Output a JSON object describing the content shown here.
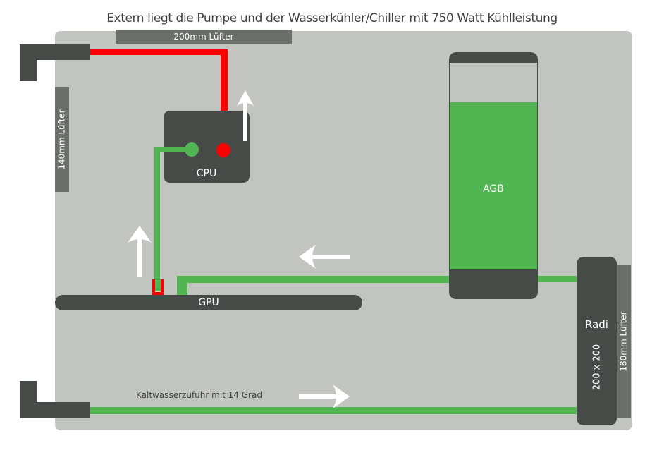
{
  "title": "Extern liegt die Pumpe und der Wasserkühler/Chiller mit 750 Watt Kühlleistung",
  "fans": {
    "top": "200mm Lüfter",
    "left": "140mm Lüfter",
    "right": "180mm Lüfter"
  },
  "components": {
    "cpu": "CPU",
    "gpu": "GPU",
    "reservoir": "AGB",
    "radiator": "Radi",
    "radiator_size": "200 x 200"
  },
  "reservoir_fill_level": 0.81,
  "inlet_caption": "Kaltwasserzufuhr mit 14 Grad",
  "colors": {
    "hot_water": "#ff0000",
    "cold_water": "#51b651",
    "component": "#474b47",
    "fan": "#6a6f69",
    "case": "#c2c4c0",
    "flow_arrow": "#ffffff"
  },
  "flow_arrows": [
    {
      "id": "cpu-out",
      "direction": "up"
    },
    {
      "id": "gpu-to-cpu",
      "direction": "up"
    },
    {
      "id": "agb-to-gpu",
      "direction": "left"
    },
    {
      "id": "inlet",
      "direction": "right"
    }
  ]
}
